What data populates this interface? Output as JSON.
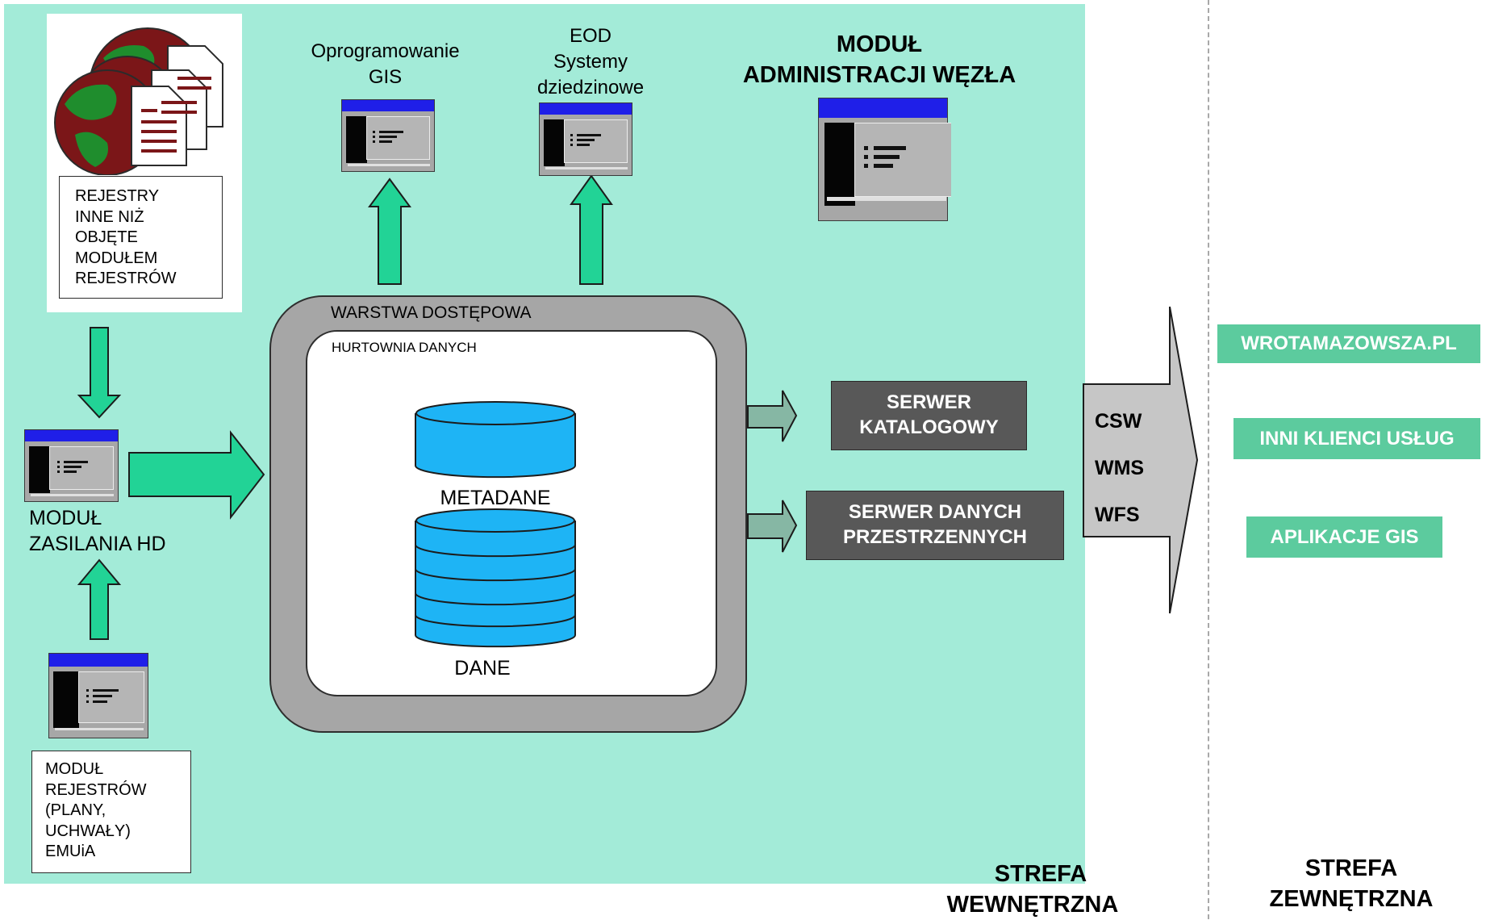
{
  "zone_internal": {
    "label_line1": "STREFA",
    "label_line2": "WEWNĘTRZNA",
    "color": "#a3ebd8"
  },
  "zone_external": {
    "label_line1": "STREFA",
    "label_line2": "ZEWNĘTRZNA"
  },
  "registers_box": {
    "lines": [
      "REJESTRY",
      "INNE NIŻ",
      "OBJĘTE",
      "MODUŁEM",
      "REJESTRÓW"
    ],
    "icon": "globe-documents-icon"
  },
  "gis_software": {
    "line1": "Oprogramowanie",
    "line2": "GIS"
  },
  "eod": {
    "line1": "EOD",
    "line2": "Systemy",
    "line3": "dziedzinowe"
  },
  "admin_module": {
    "line1": "MODUŁ",
    "line2": "ADMINISTRACJI WĘZŁA"
  },
  "feed_module": {
    "line1": "MODUŁ",
    "line2": "ZASILANIA HD"
  },
  "registers_module_box": {
    "lines": [
      "MODUŁ",
      "REJESTRÓW",
      "(PLANY,",
      "UCHWAŁY)",
      "EMUiA"
    ]
  },
  "access_layer": {
    "label": "WARSTWA DOSTĘPOWA"
  },
  "warehouse": {
    "label": "HURTOWNIA DANYCH"
  },
  "metadata_db": {
    "label": "METADANE",
    "color": "#1eb4f5"
  },
  "data_db": {
    "label": "DANE",
    "color": "#1eb4f5"
  },
  "catalog_server": {
    "line1": "SERWER",
    "line2": "KATALOGOWY"
  },
  "spatial_server": {
    "line1": "SERWER DANYCH",
    "line2": "PRZESTRZENNYCH"
  },
  "services": [
    "CSW",
    "WMS",
    "WFS"
  ],
  "clients": [
    "WROTAMAZOWSZA.PL",
    "INNI KLIENCI USŁUG",
    "APLIKACJE GIS"
  ],
  "colors": {
    "arrow_green": "#22d396",
    "arrow_grey": "#86b7a4",
    "client_green": "#5ccb9e",
    "window_title": "#1f1fe8"
  }
}
